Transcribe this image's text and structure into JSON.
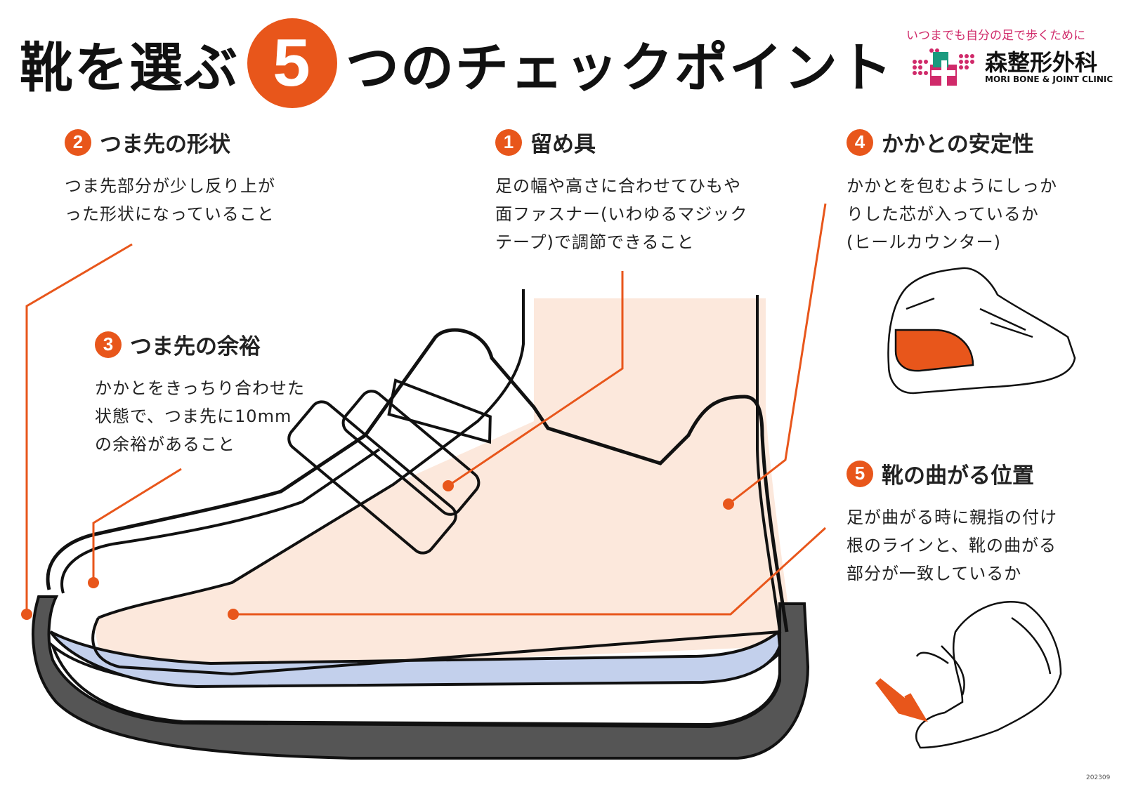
{
  "title": {
    "part1": "靴を選ぶ",
    "number": "5",
    "part2": "つのチェックポイント"
  },
  "logo": {
    "tagline": "いつまでも自分の足で歩くために",
    "name": "森整形外科",
    "english": "MORI BONE & JOINT CLINIC",
    "colors": {
      "pink": "#d02a6a",
      "green": "#1a9a7e"
    }
  },
  "points": [
    {
      "num": "1",
      "heading": "留め具",
      "lines": [
        "足の幅や高さに合わせてひもや",
        "面ファスナー(いわゆるマジック",
        "テープ)で調節できること"
      ]
    },
    {
      "num": "2",
      "heading": "つま先の形状",
      "lines": [
        "つま先部分が少し反り上が",
        "った形状になっていること"
      ]
    },
    {
      "num": "3",
      "heading": "つま先の余裕",
      "lines": [
        "かかとをきっちり合わせた",
        "状態で、つま先に10mm",
        "の余裕があること"
      ]
    },
    {
      "num": "4",
      "heading": "かかとの安定性",
      "lines": [
        "かかとを包むようにしっか",
        "りした芯が入っているか",
        "(ヒールカウンター)"
      ]
    },
    {
      "num": "5",
      "heading": "靴の曲がる位置",
      "lines": [
        "足が曲がる時に親指の付け",
        "根のラインと、靴の曲がる",
        "部分が一致しているか"
      ]
    }
  ],
  "colors": {
    "accent": "#e8561b",
    "skin": "#fce8dc",
    "insole": "#c3d0ec",
    "sole": "#555555"
  },
  "code": "202309"
}
